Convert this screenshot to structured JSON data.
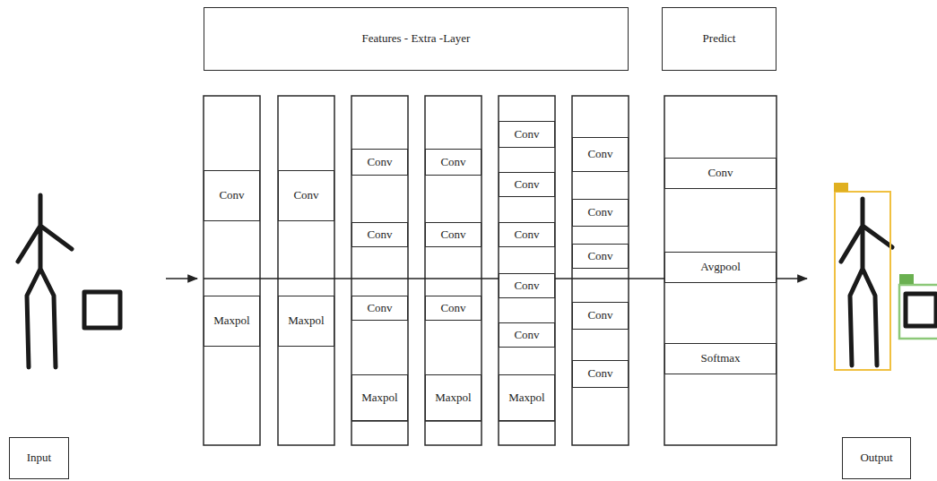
{
  "diagram": {
    "nodes": [
      {
        "text": [
          "Features - Extra -Layer"
        ]
      },
      {
        "text": [
          "Predict"
        ]
      },
      {
        "text": [
          "Conv"
        ]
      },
      {
        "text": [
          "Maxpol"
        ]
      },
      {
        "text": [
          "Conv"
        ]
      },
      {
        "text": [
          "Maxpol"
        ]
      },
      {
        "text": [
          "Conv"
        ]
      },
      {
        "text": [
          "Conv"
        ]
      },
      {
        "text": [
          "Conv"
        ]
      },
      {
        "text": [
          "Maxpol"
        ]
      },
      {
        "text": [
          "Conv"
        ]
      },
      {
        "text": [
          "Conv"
        ]
      },
      {
        "text": [
          "Conv"
        ]
      },
      {
        "text": [
          "Maxpol"
        ]
      },
      {
        "text": [
          "Conv"
        ]
      },
      {
        "text": [
          "Conv"
        ]
      },
      {
        "text": [
          "Conv"
        ]
      },
      {
        "text": [
          "Conv"
        ]
      },
      {
        "text": [
          "Conv"
        ]
      },
      {
        "text": [
          "Maxpol"
        ]
      },
      {
        "text": [
          "Conv"
        ]
      },
      {
        "text": [
          "Conv"
        ]
      },
      {
        "text": [
          "Conv"
        ]
      },
      {
        "text": [
          "Conv"
        ]
      },
      {
        "text": [
          "Conv"
        ]
      },
      {
        "text": [
          "Conv"
        ]
      },
      {
        "text": [
          "Avgpool"
        ]
      },
      {
        "text": [
          "Softmax"
        ]
      },
      {
        "text": [
          "Input"
        ]
      },
      {
        "text": [
          "Output"
        ]
      }
    ]
  }
}
